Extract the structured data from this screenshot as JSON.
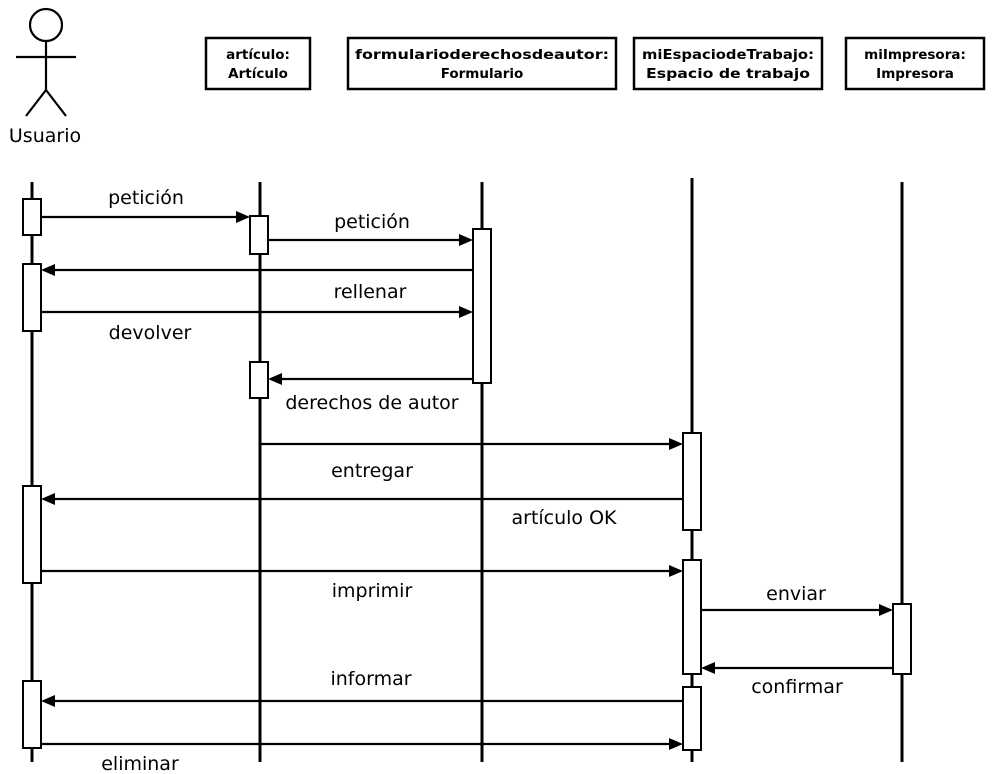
{
  "actor": {
    "name": "Usuario",
    "icon": "stick-figure-icon"
  },
  "participants": [
    {
      "id": "articulo",
      "line1": "artículo:",
      "line2": "Artículo"
    },
    {
      "id": "formulario",
      "line1": "formularioderechosdeautor:",
      "line2": "Formulario"
    },
    {
      "id": "espacio",
      "line1": "miEspaciodeTrabajo:",
      "line2": "Espacio de trabajo"
    },
    {
      "id": "impresora",
      "line1": "miImpresora:",
      "line2": "Impresora"
    }
  ],
  "messages": [
    {
      "id": "peticion-1",
      "label": "petición"
    },
    {
      "id": "peticion-2",
      "label": "petición"
    },
    {
      "id": "rellenar",
      "label": "rellenar"
    },
    {
      "id": "devolver",
      "label": "devolver"
    },
    {
      "id": "derechos-de-autor",
      "label": "derechos de autor"
    },
    {
      "id": "entregar",
      "label": "entregar"
    },
    {
      "id": "articulo-ok",
      "label": "artículo OK"
    },
    {
      "id": "imprimir",
      "label": "imprimir"
    },
    {
      "id": "enviar",
      "label": "enviar"
    },
    {
      "id": "confirmar",
      "label": "confirmar"
    },
    {
      "id": "informar",
      "label": "informar"
    },
    {
      "id": "eliminar",
      "label": "eliminar"
    }
  ]
}
